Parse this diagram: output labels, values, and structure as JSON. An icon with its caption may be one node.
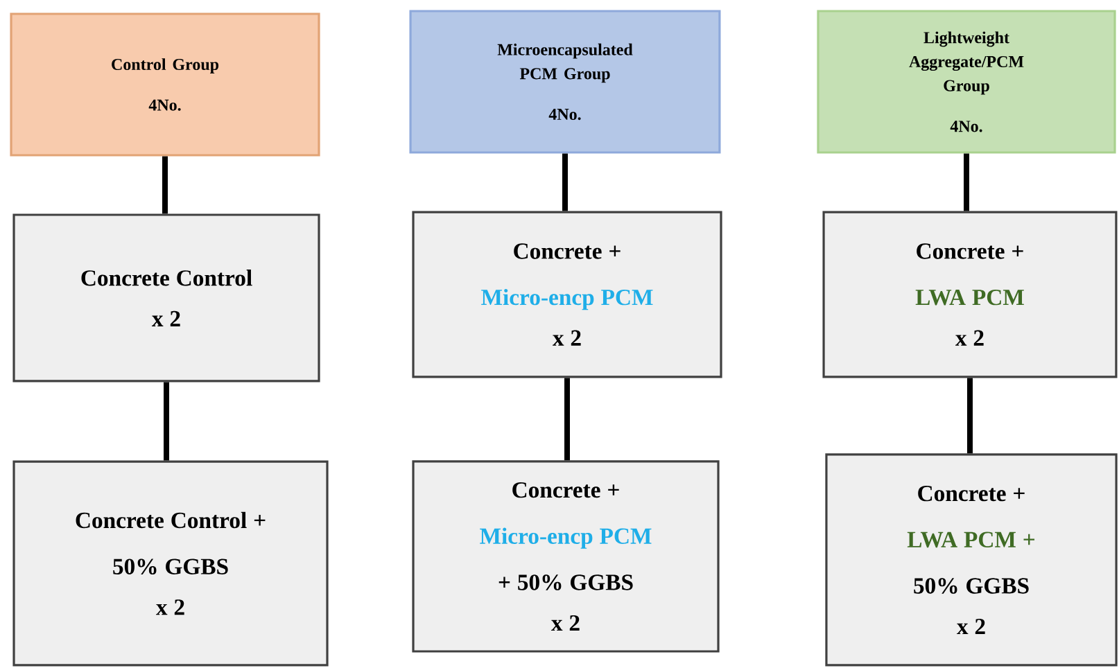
{
  "diagram": {
    "nodes": [
      {
        "text": [
          "Control Group",
          "4No."
        ]
      },
      {
        "text": [
          "Microencapsulated PCM Group",
          "4No."
        ]
      },
      {
        "text": [
          "Lightweight Aggregate/PCM Group",
          "4No."
        ]
      },
      {
        "text": [
          "Concrete Control",
          "x 2"
        ]
      },
      {
        "text": [
          "Concrete +",
          "Micro-encp PCM",
          "x 2"
        ]
      },
      {
        "text": [
          "Concrete +",
          "LWA PCM",
          "x 2"
        ]
      },
      {
        "text": [
          "Concrete Control +",
          "50% GGBS",
          "x 2"
        ]
      },
      {
        "text": [
          "Concrete +",
          "Micro-encp PCM",
          "+ 50% GGBS",
          "x 2"
        ]
      },
      {
        "text": [
          "Concrete +",
          "LWA PCM +",
          "50% GGBS",
          "x 2"
        ]
      }
    ],
    "edges": [
      {
        "from": 0,
        "to": 3,
        "arrow": "none"
      },
      {
        "from": 3,
        "to": 6,
        "arrow": "none"
      },
      {
        "from": 1,
        "to": 4,
        "arrow": "none"
      },
      {
        "from": 4,
        "to": 7,
        "arrow": "none"
      },
      {
        "from": 2,
        "to": 5,
        "arrow": "none"
      },
      {
        "from": 5,
        "to": 8,
        "arrow": "none"
      }
    ]
  }
}
